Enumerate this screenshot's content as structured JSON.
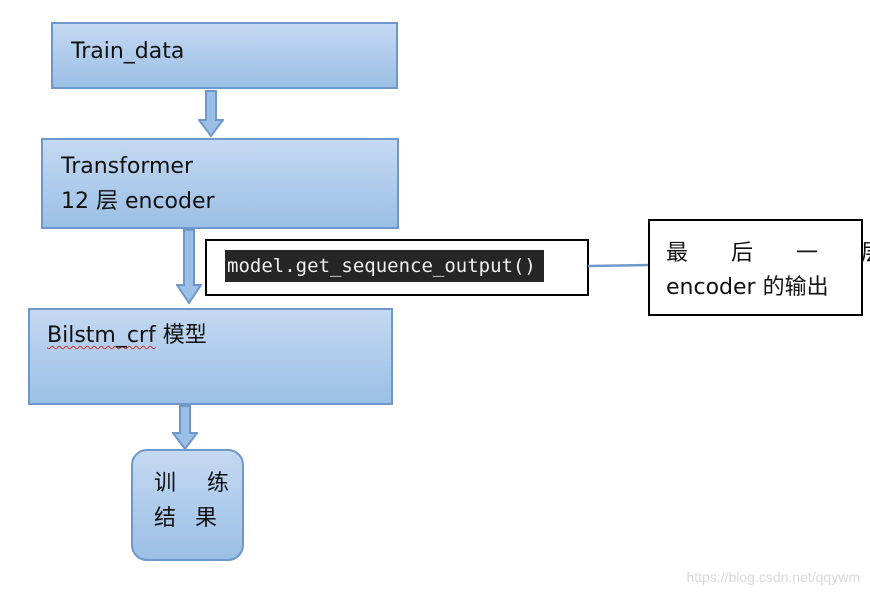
{
  "nodes": {
    "train_data": {
      "label": "Train_data"
    },
    "transformer": {
      "line1": "Transformer",
      "line2": "12 层 encoder"
    },
    "bilstm": {
      "label_underlined": "Bilstm_crf",
      "label_rest": " 模型"
    },
    "result": {
      "line1": "训 练",
      "line2": "结 果"
    }
  },
  "code_box": {
    "text": "model.get_sequence_output()"
  },
  "annotation": {
    "line1": "最 后 一 层",
    "line2": "encoder 的输出"
  },
  "watermark": "https://blog.csdn.net/qqywm",
  "colors": {
    "box_fill_top": "#c4d9f2",
    "box_fill_bottom": "#9bbfe6",
    "box_border": "#6f97c9",
    "code_bg": "#262626"
  }
}
